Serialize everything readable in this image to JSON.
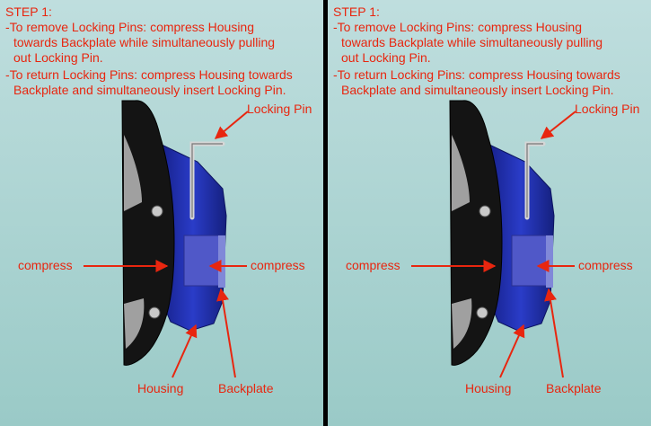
{
  "panels": [
    {
      "step": "STEP 1:",
      "lines": [
        "-To remove Locking Pins: compress Housing",
        "towards Backplate while simultaneously pulling",
        "out Locking Pin.",
        "-To return Locking Pins: compress Housing towards",
        "Backplate and simultaneously insert Locking Pin."
      ],
      "labels": {
        "locking_pin": "Locking Pin",
        "compress_left": "compress",
        "compress_right": "compress",
        "housing": "Housing",
        "backplate": "Backplate"
      }
    },
    {
      "step": "STEP 1:",
      "lines": [
        "-To remove Locking Pins: compress Housing",
        "towards Backplate while simultaneously pulling",
        "out Locking Pin.",
        "-To return Locking Pins: compress Housing towards",
        "Backplate and simultaneously insert Locking Pin."
      ],
      "labels": {
        "locking_pin": "Locking Pin",
        "compress_left": "compress",
        "compress_right": "compress",
        "housing": "Housing",
        "backplate": "Backplate"
      }
    }
  ],
  "colors": {
    "background_top": "#bcdcdc",
    "background_bottom": "#9ccac8",
    "text": "#e8260f",
    "housing": "#1e2fae",
    "backplate": "#121212",
    "divider": "#000000"
  }
}
